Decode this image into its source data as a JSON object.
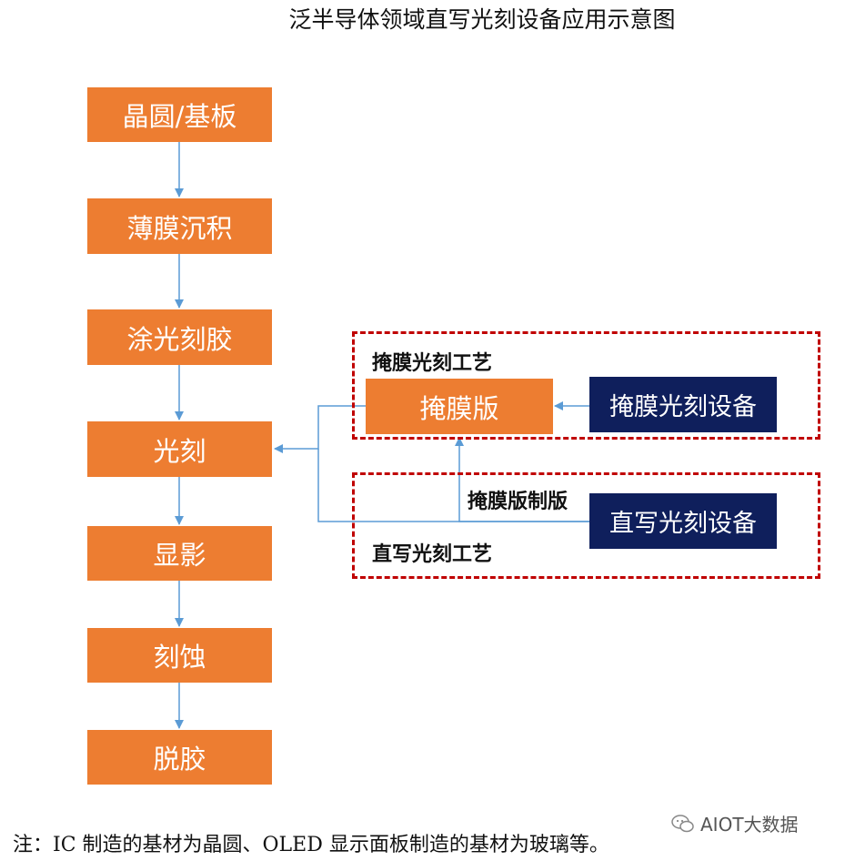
{
  "title": "泛半导体领域直写光刻设备应用示意图",
  "process_steps": [
    "晶圆/基板",
    "薄膜沉积",
    "涂光刻胶",
    "光刻",
    "显影",
    "刻蚀",
    "脱胶"
  ],
  "mask_group": {
    "label": "掩膜光刻工艺",
    "mask": "掩膜版",
    "equipment": "掩膜光刻设备"
  },
  "direct_group": {
    "label": "直写光刻工艺",
    "equipment": "直写光刻设备",
    "arrow_label": "掩膜版制版"
  },
  "note": "注：IC 制造的基材为晶圆、OLED 显示面板制造的基材为玻璃等。",
  "watermark": "AIOT大数据",
  "colors": {
    "process": "#ED7D31",
    "equipment": "#0F1F5C",
    "arrow": "#5B9BD5",
    "dashed_border": "#C00000"
  }
}
